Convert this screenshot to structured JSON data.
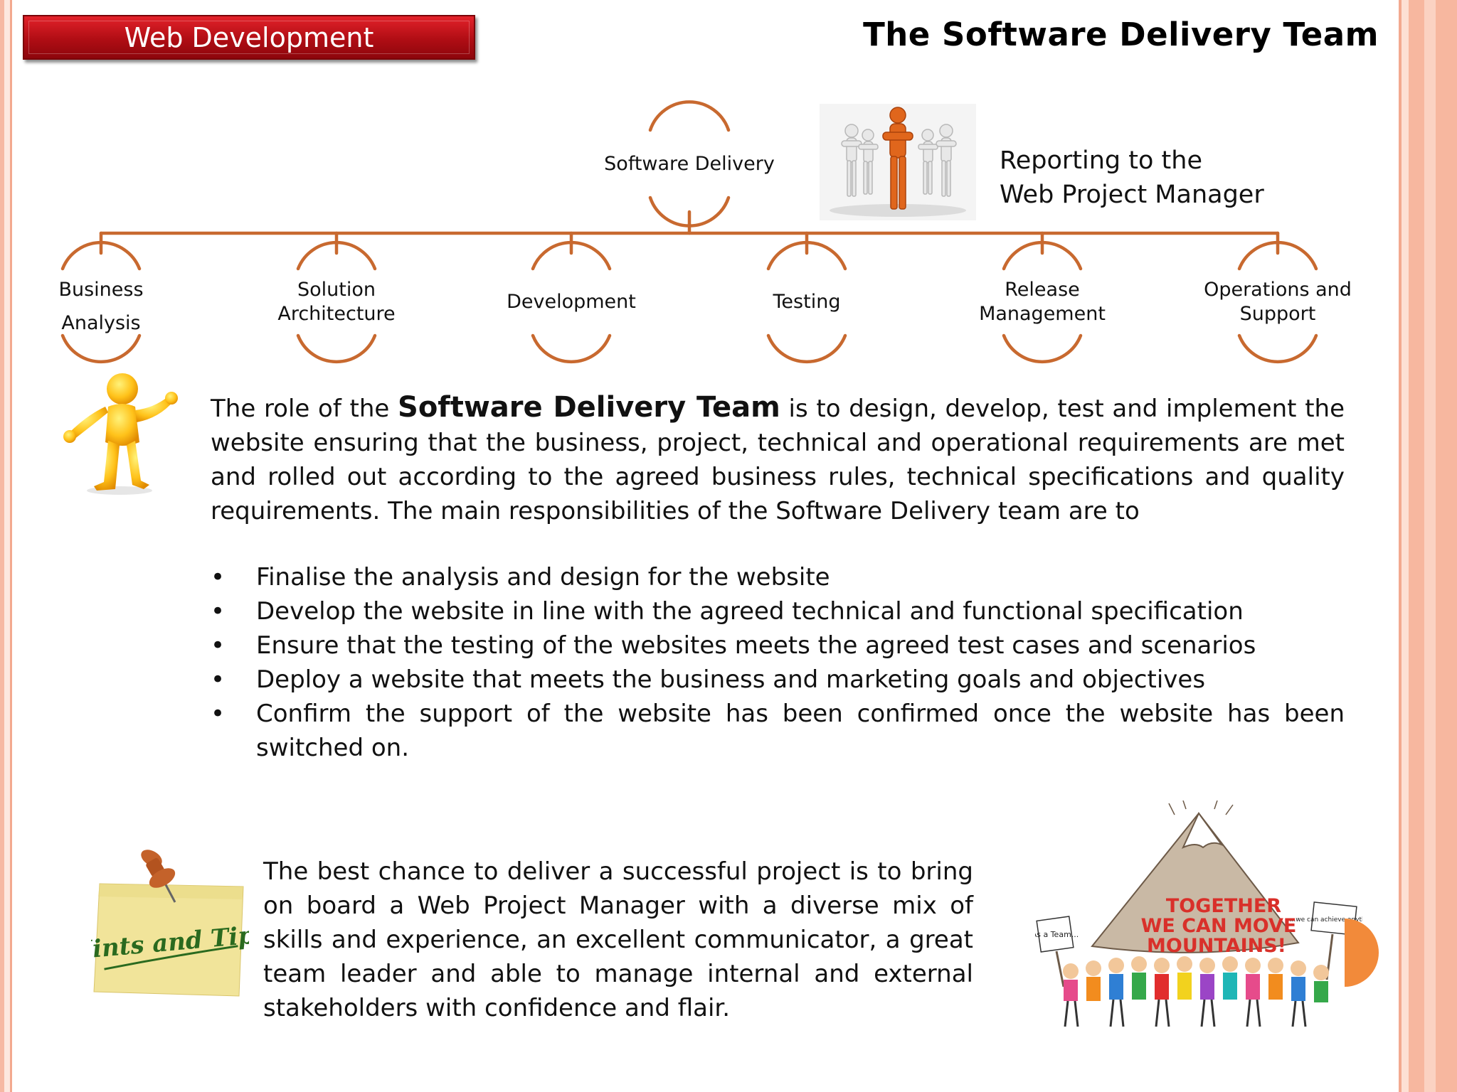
{
  "header": {
    "section_label": "Web Development",
    "title": "The Software Delivery Team"
  },
  "org_chart": {
    "root": "Software Delivery",
    "children": [
      {
        "line1": "Business",
        "line2": "Analysis"
      },
      {
        "line1": "Solution",
        "line2": "Architecture"
      },
      {
        "line1": "Development",
        "line2": ""
      },
      {
        "line1": "Testing",
        "line2": ""
      },
      {
        "line1": "Release",
        "line2": "Management"
      },
      {
        "line1": "Operations and",
        "line2": "Support"
      }
    ],
    "reporting_line1": "Reporting to the",
    "reporting_line2": "Web Project Manager",
    "colors": {
      "line": "#c8692f",
      "figure": "#e0661c"
    }
  },
  "intro": {
    "part1": "The role of the ",
    "bold": "Software Delivery Team",
    "part2": " is to design, develop, test and implement the website ensuring that the business, project, technical and operational  requirements are met and rolled out according to the agreed business rules, technical specifications and quality requirements. The main responsibilities of the Software Delivery team are to"
  },
  "bullets": [
    "Finalise the analysis and design for the website",
    "Develop the website in line with the agreed technical and functional specification",
    "Ensure that the testing of the websites meets the agreed test cases and scenarios",
    "Deploy a website that meets the business and marketing goals and objectives",
    "Confirm the support of the website has been confirmed once the website has been switched on."
  ],
  "bullet_symbol": "•",
  "hints": {
    "note_label": "Hints and Tips",
    "text": "The best chance to deliver a successful project is to bring on board a Web Project Manager with a diverse mix of skills and experience, an excellent communicator, a great team leader and able to manage internal and external stakeholders with confidence and flair."
  },
  "mountain": {
    "line1": "TOGETHER",
    "line2": "WE CAN MOVE",
    "line3": "MOUNTAINS!",
    "sign_left": "As a Team...",
    "sign_right": "...we can achieve anything!"
  }
}
